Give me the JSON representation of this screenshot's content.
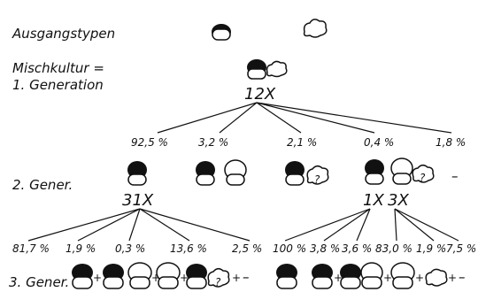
{
  "labels": {
    "parents": "Ausgangstypen",
    "mixed_line1": "Mischkultur =",
    "mixed_line2": "1. Generation",
    "gen2": "2. Gener.",
    "gen3": "3. Gener."
  },
  "gen1": {
    "count": "12X"
  },
  "gen2": {
    "percents": [
      "92,5 %",
      "3,2 %",
      "2,1 %",
      "0,4 %",
      "1,8 %"
    ],
    "dash": "–",
    "count_a": "31X",
    "count_b1": "1X",
    "count_b2": "3X"
  },
  "gen3": {
    "percents_left": [
      "81,7 %",
      "1,9 %",
      "0,3 %",
      "13,6 %",
      "2,5 %"
    ],
    "percents_right": [
      "100 %",
      "3,8 %",
      "3,6 %",
      "83,0 %",
      "1,9 %",
      "7,5 %"
    ],
    "plus": "+",
    "question": "?",
    "dash": "–"
  },
  "colors": {
    "ink": "#111111",
    "paper": "#ffffff"
  }
}
